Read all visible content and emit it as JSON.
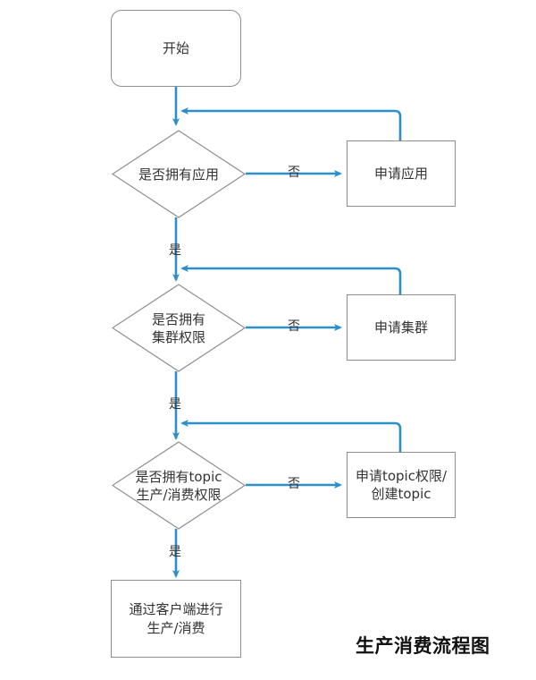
{
  "diagram": {
    "title": "生产消费流程图",
    "colors": {
      "connector": "#2d8fc9",
      "node_border": "#8d8d8d",
      "node_fill": "#ffffff",
      "text": "#333333",
      "caption_text": "#111111",
      "background": "#ffffff"
    },
    "nodes": {
      "start": {
        "label": "开始",
        "shape": "rounded-rectangle"
      },
      "decision_app": {
        "label": "是否拥有应用",
        "shape": "diamond"
      },
      "action_app": {
        "label": "申请应用",
        "shape": "rectangle"
      },
      "decision_cluster": {
        "label": "是否拥有\n集群权限",
        "shape": "diamond"
      },
      "action_cluster": {
        "label": "申请集群",
        "shape": "rectangle"
      },
      "decision_topic": {
        "label": "是否拥有topic\n生产/消费权限",
        "shape": "diamond"
      },
      "action_topic": {
        "label": "申请topic权限/\n创建topic",
        "shape": "rectangle"
      },
      "end": {
        "label": "通过客户端进行\n生产/消费",
        "shape": "rectangle"
      }
    },
    "edge_labels": {
      "app_no": "否",
      "app_yes": "是",
      "cluster_no": "否",
      "cluster_yes": "是",
      "topic_no": "否",
      "topic_yes": "是"
    }
  }
}
